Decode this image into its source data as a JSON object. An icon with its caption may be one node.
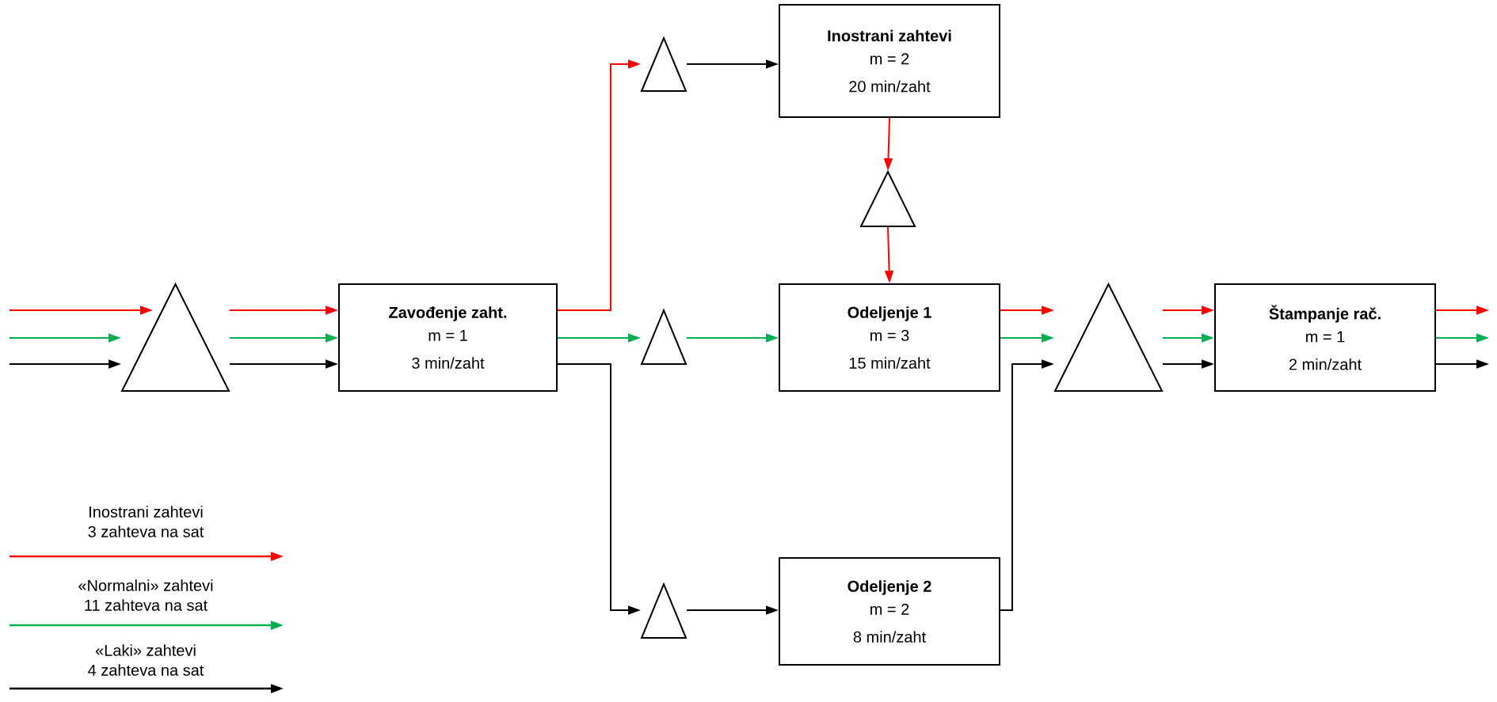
{
  "diagram": {
    "nodes": [
      {
        "text": [],
        "shape": "triangle"
      },
      {
        "text": [
          "Zavođenje zaht.",
          "m = 1",
          "3 min/zaht"
        ]
      },
      {
        "text": [],
        "shape": "triangle"
      },
      {
        "text": [
          "Inostrani zahtevi",
          "m = 2",
          "20 min/zaht"
        ]
      },
      {
        "text": [],
        "shape": "triangle"
      },
      {
        "text": [],
        "shape": "triangle"
      },
      {
        "text": [
          "Odeljenje 1",
          "m = 3",
          "15 min/zaht"
        ]
      },
      {
        "text": [],
        "shape": "triangle"
      },
      {
        "text": [
          "Odeljenje 2",
          "m = 2",
          "8 min/zaht"
        ]
      },
      {
        "text": [],
        "shape": "triangle"
      },
      {
        "text": [
          "Štampanje rač.",
          "m = 1",
          "2 min/zaht"
        ]
      }
    ],
    "edges": [
      {
        "from": null,
        "to": 0,
        "arrow": "to",
        "color": "#ff0000"
      },
      {
        "from": null,
        "to": 0,
        "arrow": "to",
        "color": "#00b050"
      },
      {
        "from": null,
        "to": 0,
        "arrow": "to",
        "color": "#000000"
      },
      {
        "from": 0,
        "to": 1,
        "arrow": "to",
        "color": "#ff0000"
      },
      {
        "from": 0,
        "to": 1,
        "arrow": "to",
        "color": "#00b050"
      },
      {
        "from": 0,
        "to": 1,
        "arrow": "to",
        "color": "#000000"
      },
      {
        "from": 1,
        "to": 2,
        "arrow": "to",
        "color": "#ff0000"
      },
      {
        "from": 1,
        "to": 5,
        "arrow": "to",
        "color": "#00b050"
      },
      {
        "from": 1,
        "to": 7,
        "arrow": "to",
        "color": "#000000"
      },
      {
        "from": 2,
        "to": 3,
        "arrow": "to",
        "color": "#000000"
      },
      {
        "from": 3,
        "to": 4,
        "arrow": "to",
        "color": "#ff0000"
      },
      {
        "from": 4,
        "to": 6,
        "arrow": "to",
        "color": "#ff0000"
      },
      {
        "from": 5,
        "to": 6,
        "arrow": "to",
        "color": "#00b050"
      },
      {
        "from": 7,
        "to": 8,
        "arrow": "to",
        "color": "#000000"
      },
      {
        "from": 6,
        "to": 9,
        "arrow": "to",
        "color": "#ff0000"
      },
      {
        "from": 6,
        "to": 9,
        "arrow": "to",
        "color": "#00b050"
      },
      {
        "from": 8,
        "to": 9,
        "arrow": "to",
        "color": "#000000"
      },
      {
        "from": 9,
        "to": 10,
        "arrow": "to",
        "color": "#ff0000"
      },
      {
        "from": 9,
        "to": 10,
        "arrow": "to",
        "color": "#00b050"
      },
      {
        "from": 9,
        "to": 10,
        "arrow": "to",
        "color": "#000000"
      },
      {
        "from": 10,
        "to": null,
        "arrow": "to",
        "color": "#ff0000"
      },
      {
        "from": 10,
        "to": null,
        "arrow": "to",
        "color": "#00b050"
      },
      {
        "from": 10,
        "to": null,
        "arrow": "to",
        "color": "#000000"
      }
    ],
    "legend": [
      {
        "text": "Inostrani zahtevi 3 zahteva na sat",
        "color": "#ff0000"
      },
      {
        "text": "«Normalni» zahtevi 11 zahteva na sat",
        "color": "#00b050"
      },
      {
        "text": "«Laki» zahtevi 4 zahteva na sat",
        "color": "#000000"
      }
    ]
  }
}
